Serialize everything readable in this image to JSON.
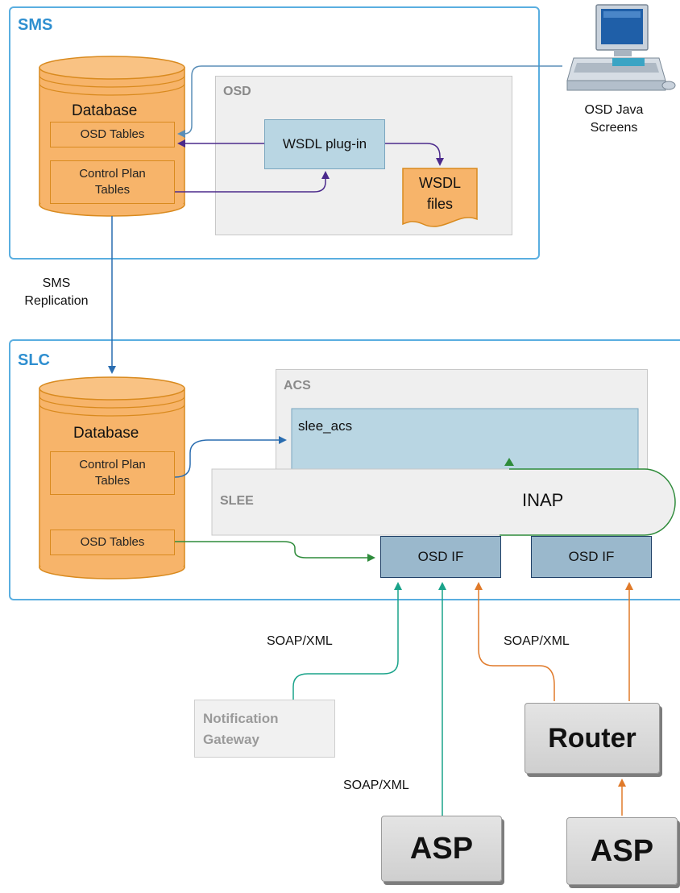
{
  "sms": {
    "title": "SMS",
    "database": {
      "label": "Database",
      "osd_tables": "OSD Tables",
      "control_plan_tables_line1": "Control Plan",
      "control_plan_tables_line2": "Tables"
    },
    "osd": {
      "title": "OSD",
      "wsdl_plugin": "WSDL plug-in",
      "wsdl_files_line1": "WSDL",
      "wsdl_files_line2": "files"
    },
    "java_screens_line1": "OSD Java",
    "java_screens_line2": "Screens"
  },
  "replication": {
    "line1": "SMS",
    "line2": "Replication"
  },
  "slc": {
    "title": "SLC",
    "database": {
      "label": "Database",
      "control_plan_tables_line1": "Control Plan",
      "control_plan_tables_line2": "Tables",
      "osd_tables": "OSD Tables"
    },
    "acs": {
      "title": "ACS",
      "slee_acs": "slee_acs"
    },
    "slee": {
      "title": "SLEE",
      "inap": "INAP"
    },
    "osd_if_left": "OSD IF",
    "osd_if_right": "OSD IF"
  },
  "external": {
    "soap_xml_left": "SOAP/XML",
    "soap_xml_right": "SOAP/XML",
    "soap_xml_bottom": "SOAP/XML",
    "notification_gateway_line1": "Notification",
    "notification_gateway_line2": "Gateway",
    "router": "Router",
    "asp_left": "ASP",
    "asp_right": "ASP"
  },
  "colors": {
    "frame_blue": "#5aaee0",
    "database_orange": "#f7b46a",
    "purple_flow": "#4b2a8c",
    "green_flow": "#2e8b3a",
    "teal_flow": "#1aa38a",
    "orange_flow": "#e07a2a",
    "blue_flow": "#2a6db0"
  }
}
